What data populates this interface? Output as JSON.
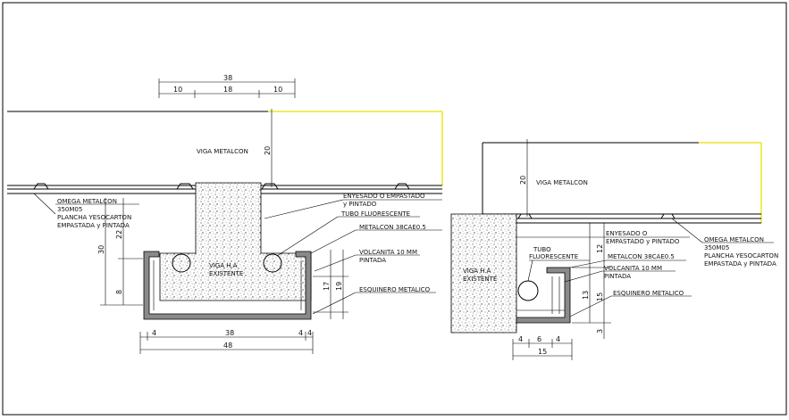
{
  "colors": {
    "paper": "#ffffff",
    "ink": "#000000",
    "accent_yellow": "#e8e000",
    "metal_grey": "#8a8a8a",
    "concrete": "#d8d8d8"
  },
  "left_detail": {
    "beam_label": "VIGA METALCON",
    "concrete_label": "VIGA H.A EXISTENTE",
    "notes": [
      "OMEGA METALCON",
      "350M05",
      "PLANCHA YESOCARTON",
      "EMPASTADA y PINTADA",
      "ENYESADO O EMPASTADO",
      "y PINTADO",
      "TUBO FLUORESCENTE",
      "METALCON 38CAE0.5",
      "VOLCANITA 10 MM",
      "PINTADA",
      "ESQUINERO METALICO"
    ],
    "dims_top": [
      "38",
      "10",
      "18",
      "10"
    ],
    "dims_vertical": [
      "20",
      "22",
      "30",
      "8",
      "17",
      "19"
    ],
    "dims_bottom": [
      "4",
      "38",
      "4",
      "4",
      "48"
    ]
  },
  "right_detail": {
    "beam_label": "VIGA METALCON",
    "concrete_label": "VIGA H.A EXISTENTE",
    "notes": [
      "ENYESADO O",
      "EMPASTADO y PINTADO",
      "TUBO",
      "FLUORESCENTE",
      "METALCON 38CAE0.5",
      "VOLCANITA 10 MM",
      "PINTADA",
      "ESQUINERO METALICO",
      "OMEGA METALCON",
      "350M05",
      "PLANCHA YESOCARTON",
      "EMPASTADA y PINTADA"
    ],
    "dims_vertical": [
      "20",
      "12",
      "13",
      "15",
      "3"
    ],
    "dims_bottom": [
      "4",
      "6",
      "4",
      "15"
    ]
  }
}
